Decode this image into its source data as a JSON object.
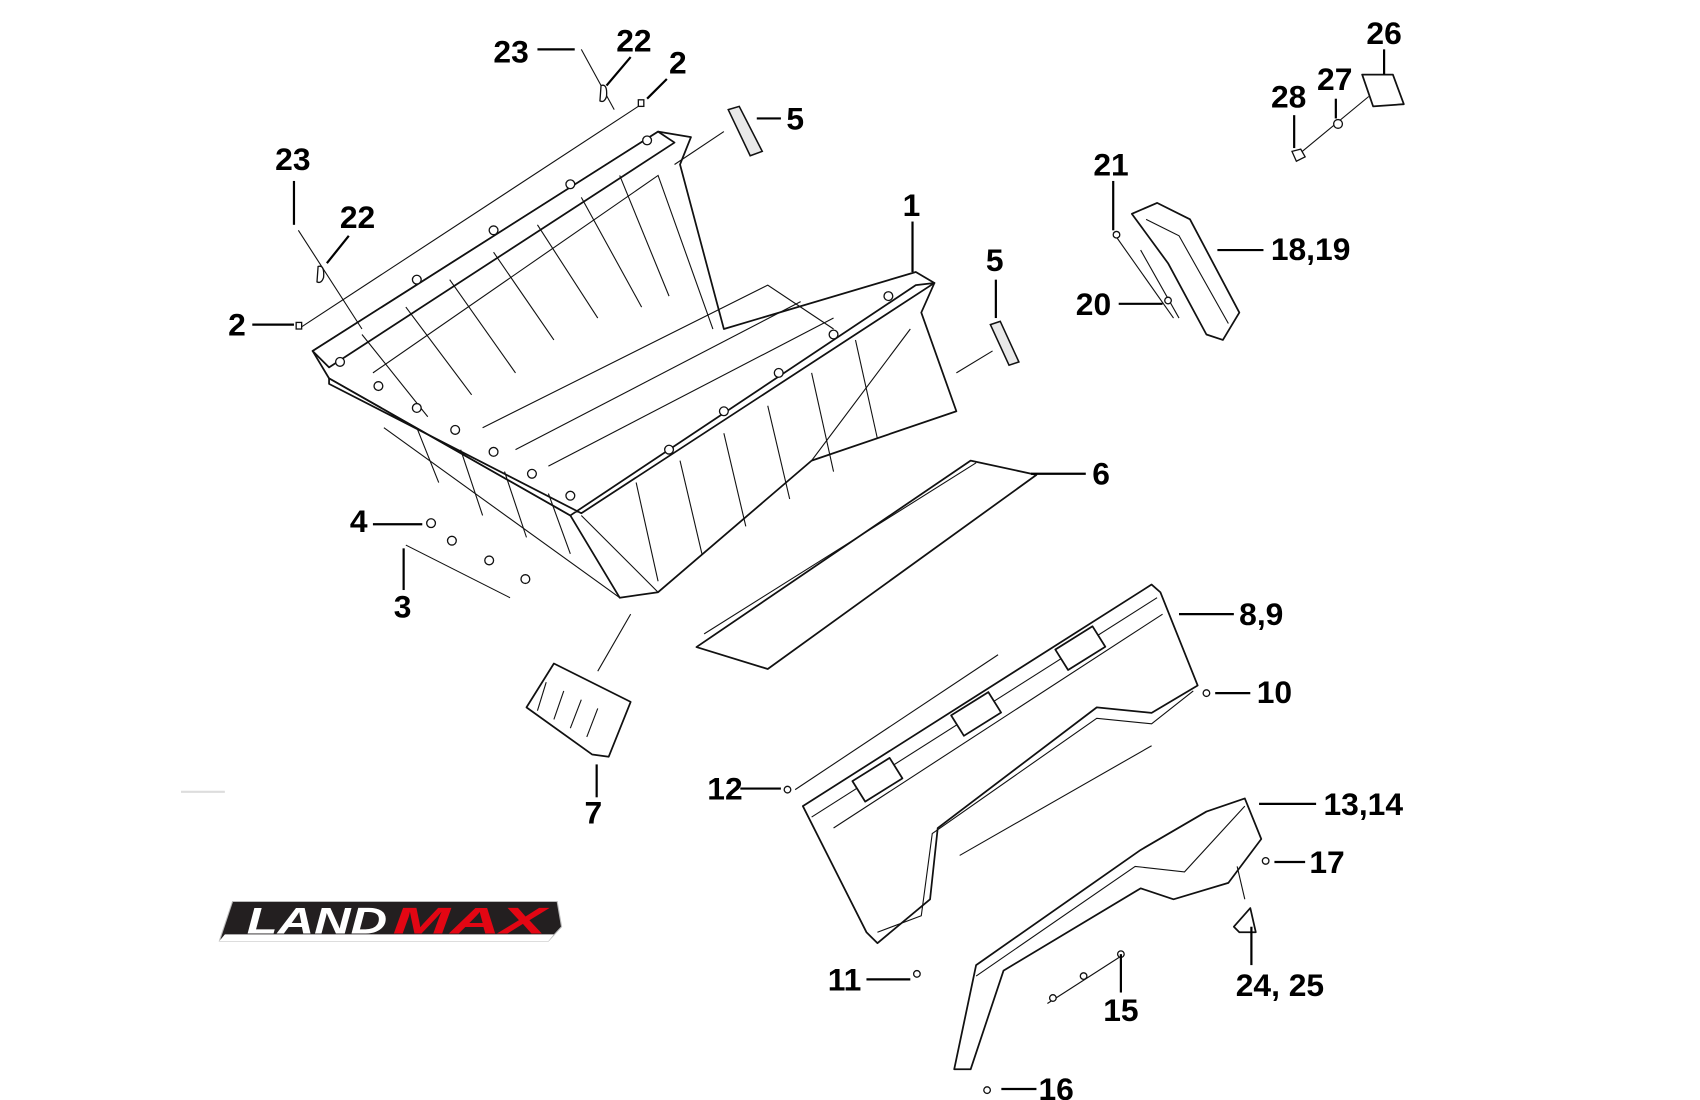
{
  "title": "Cargo box parts diagram",
  "logo": {
    "text_black": "LAND",
    "text_red": "MAX",
    "red": "#e30613",
    "black": "#231f20"
  },
  "callouts": [
    "1",
    "2",
    "2",
    "3",
    "4",
    "5",
    "5",
    "6",
    "7",
    "8,9",
    "10",
    "11",
    "12",
    "13,14",
    "15",
    "16",
    "17",
    "18,19",
    "20",
    "21",
    "22",
    "22",
    "23",
    "23",
    "24, 25",
    "26",
    "27",
    "28"
  ]
}
